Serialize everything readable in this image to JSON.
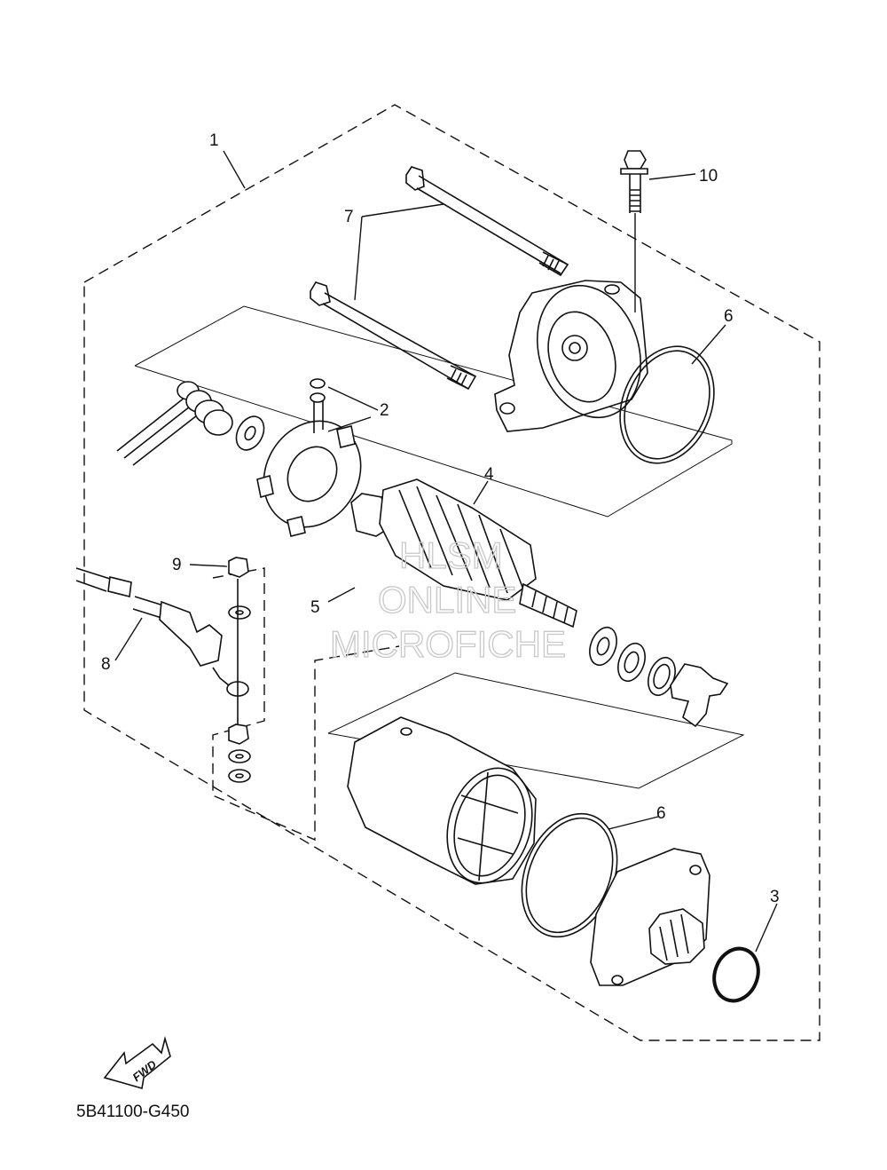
{
  "diagram": {
    "callouts": [
      "1",
      "2",
      "3",
      "4",
      "5",
      "6",
      "6",
      "7",
      "8",
      "9",
      "10"
    ],
    "drawing_code": "5B41100-G450",
    "fwd_label": "FWD",
    "watermark": [
      "HLSM",
      "ONLINE",
      "MICROFICHE"
    ]
  }
}
